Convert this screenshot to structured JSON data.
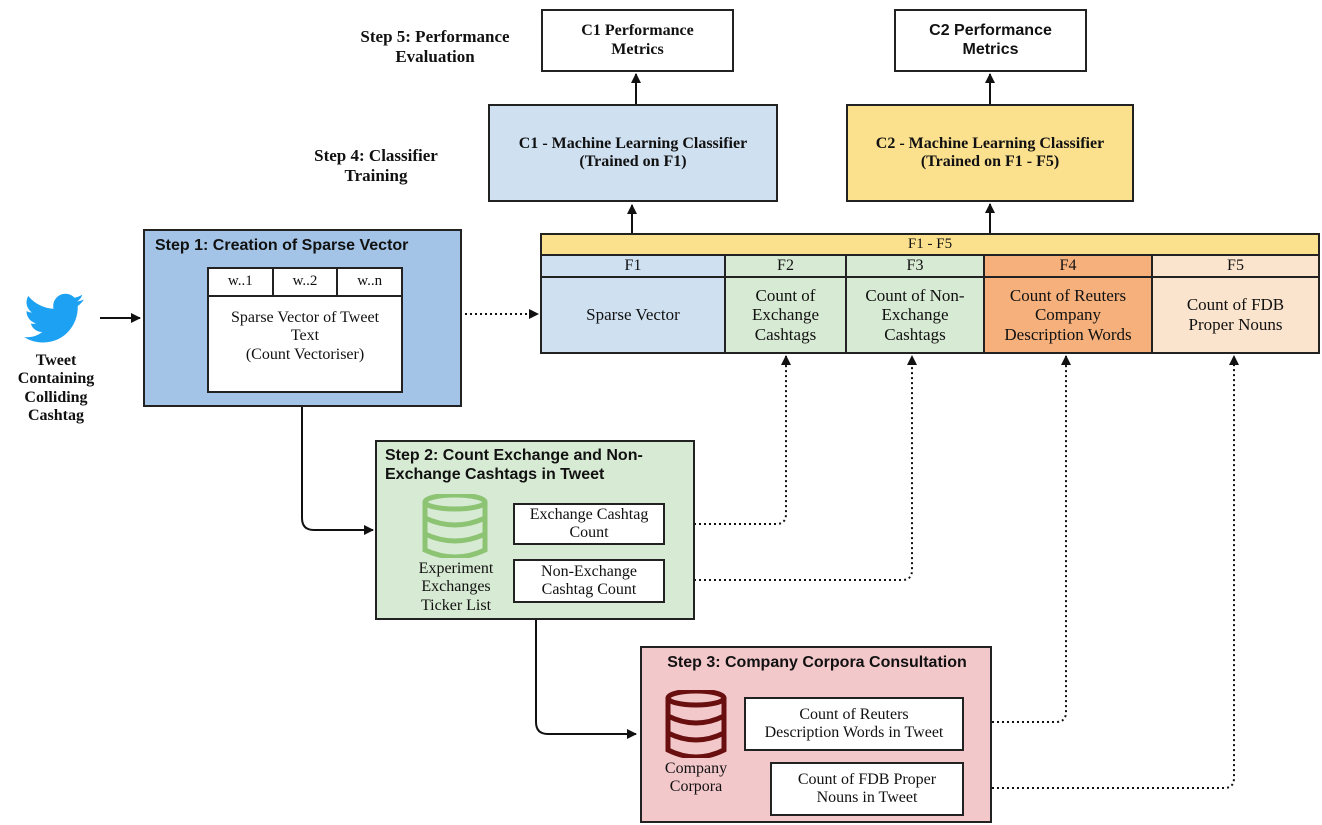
{
  "tweet": {
    "label": "Tweet\nContaining\nColliding\nCashtag"
  },
  "step1": {
    "title": "Step 1: Creation of Sparse Vector",
    "cols": [
      "w..1",
      "w..2",
      "w..n"
    ],
    "body": "Sparse Vector of Tweet\nText\n(Count Vectoriser)"
  },
  "step2": {
    "title": "Step 2: Count Exchange and Non-\nExchange Cashtags in Tweet",
    "db_label": "Experiment\nExchanges\nTicker List",
    "box1": "Exchange Cashtag\nCount",
    "box2": "Non-Exchange\nCashtag Count"
  },
  "step3": {
    "title": "Step 3: Company Corpora Consultation",
    "db_label": "Company\nCorpora",
    "box1": "Count of Reuters\nDescription Words in Tweet",
    "box2": "Count of FDB Proper\nNouns in Tweet"
  },
  "step4_label": "Step 4: Classifier\nTraining",
  "step5_label": "Step 5: Performance\nEvaluation",
  "c1": {
    "classifier": "C1 - Machine Learning Classifier\n(Trained on F1)",
    "metrics": "C1 Performance\nMetrics"
  },
  "c2": {
    "classifier": "C2 - Machine Learning Classifier\n(Trained on F1 - F5)",
    "metrics": "C2 Performance\nMetrics"
  },
  "features": {
    "group_label": "F1 - F5",
    "cols": [
      {
        "id": "F1",
        "desc": "Sparse Vector"
      },
      {
        "id": "F2",
        "desc": "Count of\nExchange\nCashtags"
      },
      {
        "id": "F3",
        "desc": "Count of Non-\nExchange\nCashtags"
      },
      {
        "id": "F4",
        "desc": "Count of Reuters\nCompany\nDescription Words"
      },
      {
        "id": "F5",
        "desc": "Count of FDB\nProper Nouns"
      }
    ]
  },
  "colors": {
    "blue": "#cfe0f1",
    "blue_step": "#a3c4e6",
    "yellow": "#fbe18e",
    "green": "#d7ead3",
    "orange": "#f6b07c",
    "peach": "#fbe4cd",
    "pink": "#f3c8cb",
    "twitter": "#1da1f2",
    "db_green": "#8cc474",
    "db_red": "#6a0f0f"
  }
}
